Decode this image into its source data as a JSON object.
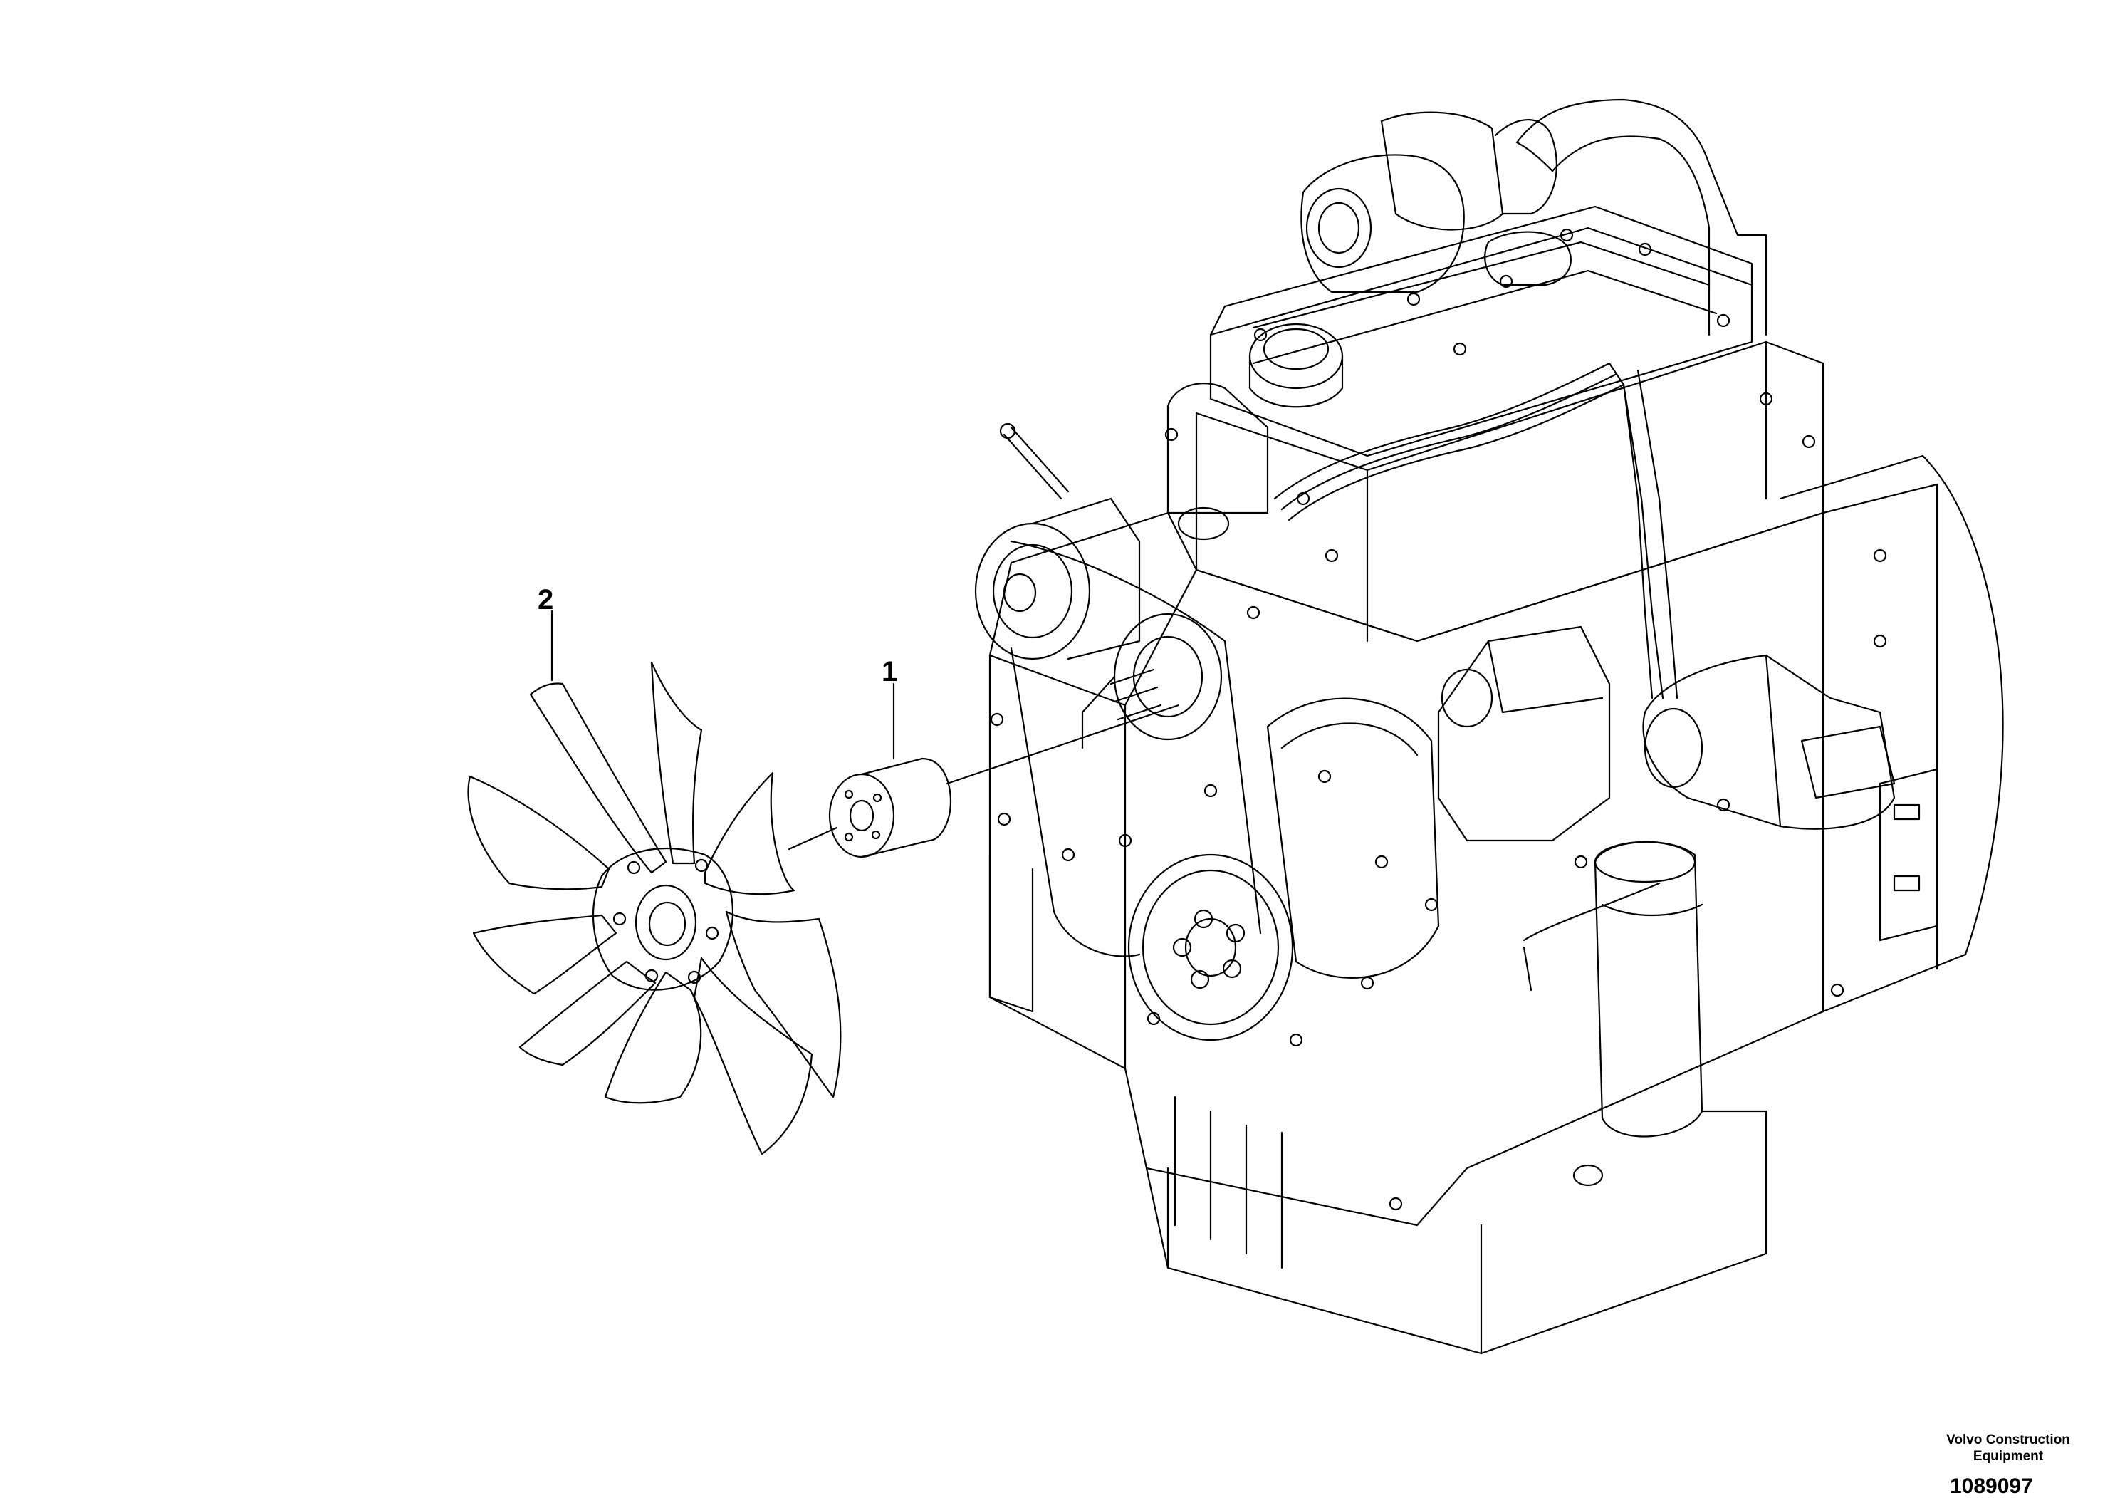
{
  "callouts": [
    {
      "number": "1",
      "part": "fan-hub-spacer"
    },
    {
      "number": "2",
      "part": "cooling-fan"
    }
  ],
  "brand": {
    "line1": "Volvo Construction",
    "line2": "Equipment"
  },
  "figure_number": "1089097",
  "colors": {
    "line": "#000000",
    "background": "#ffffff"
  }
}
